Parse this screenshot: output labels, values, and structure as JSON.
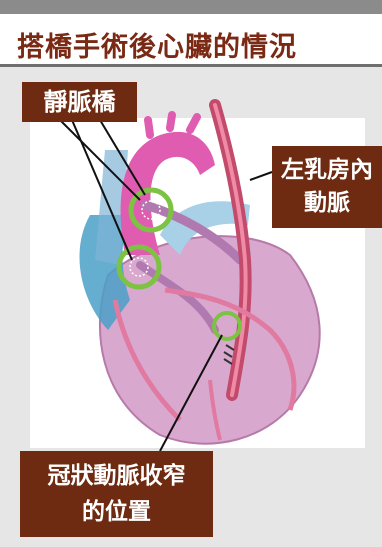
{
  "title": "搭橋手術後心臟的情況",
  "labels": {
    "vein_bridge": "靜脈橋",
    "internal_mammary_artery_line1": "左乳房內",
    "internal_mammary_artery_line2": "動脈",
    "stenosis_line1": "冠狀動脈收窄",
    "stenosis_line2": "的位置"
  },
  "colors": {
    "title_text": "#7a2a14",
    "label_bg": "#6e2b12",
    "label_text": "#ffffff",
    "graft_ring": "#7cc243",
    "heart": "#c77fb3",
    "artery": "#c24a6a"
  }
}
